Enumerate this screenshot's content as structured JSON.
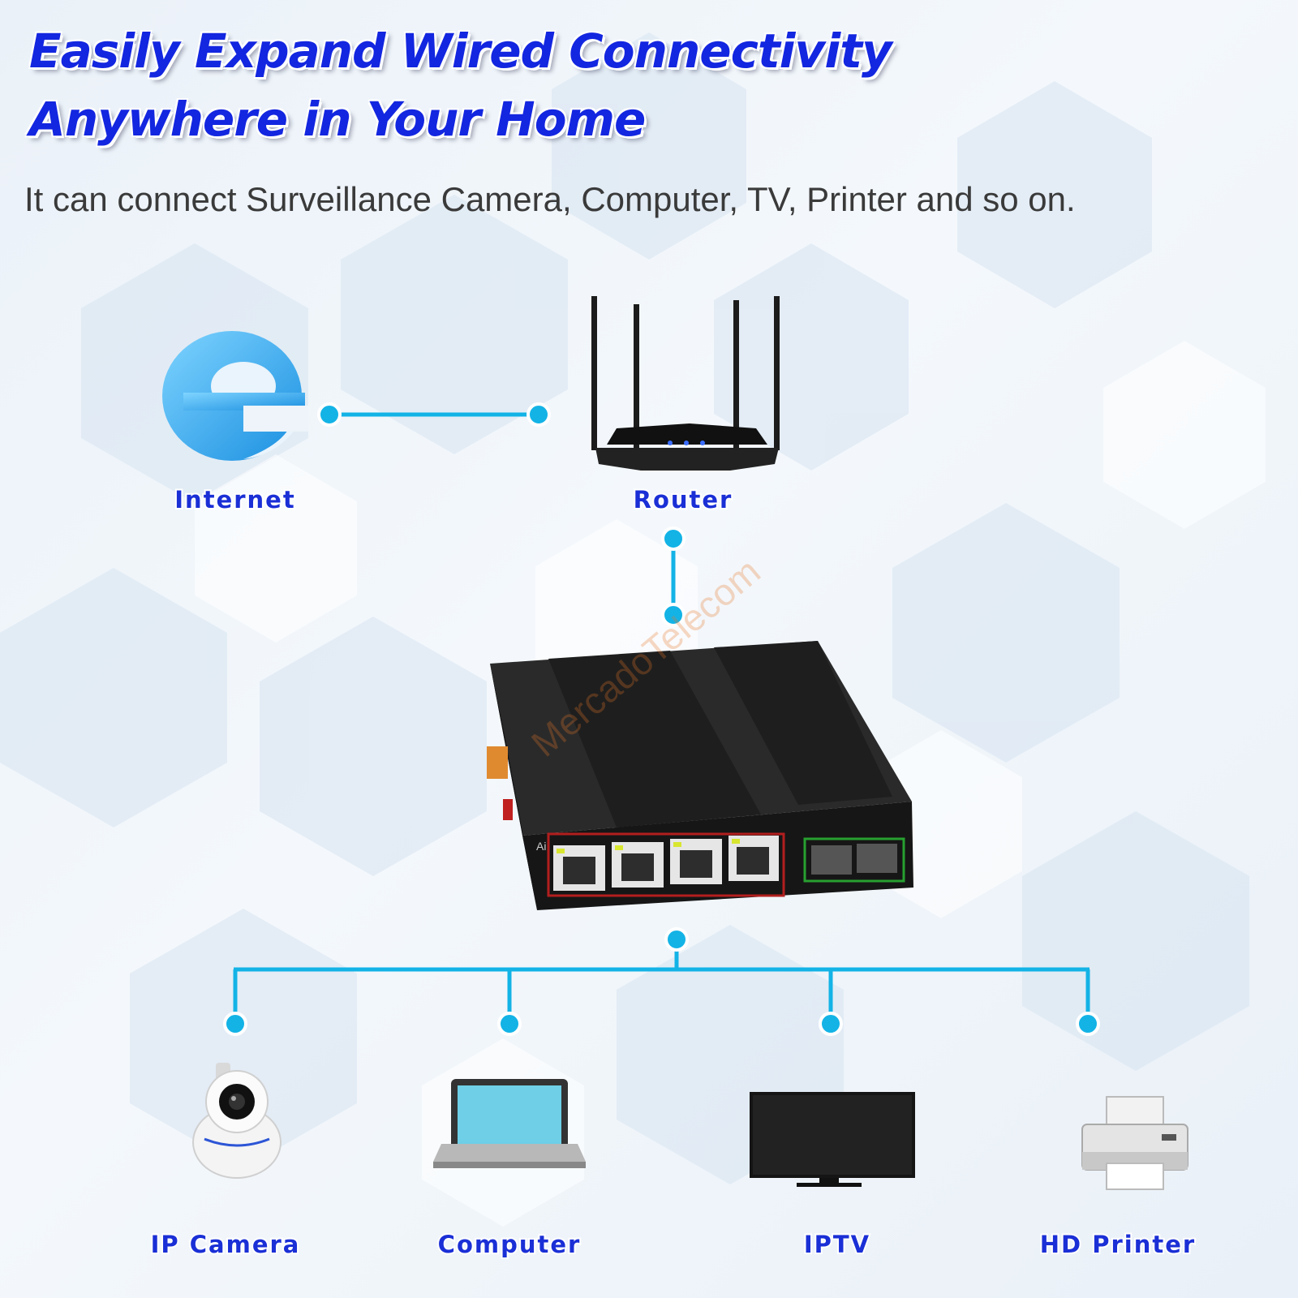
{
  "headline": {
    "line1": "Easily Expand Wired Connectivity",
    "line2": "Anywhere in Your Home"
  },
  "subtitle": "It can connect Surveillance Camera, Computer, TV, Printer and so on.",
  "nodes": {
    "internet": {
      "label": "Internet",
      "icon": "internet-e-icon"
    },
    "router": {
      "label": "Router",
      "icon": "router-icon"
    },
    "switch": {
      "icon": "network-switch-icon",
      "brand_mark": "Ai",
      "ports": 4,
      "sfp_ports": 2
    },
    "ip_camera": {
      "label": "IP Camera",
      "icon": "ip-camera-icon"
    },
    "computer": {
      "label": "Computer",
      "icon": "laptop-icon"
    },
    "iptv": {
      "label": "IPTV",
      "icon": "tv-icon"
    },
    "hd_printer": {
      "label": "HD Printer",
      "icon": "printer-icon"
    }
  },
  "watermark": "MercadoTelecom",
  "colors": {
    "headline": "#1326e0",
    "label": "#1a2fd6",
    "connector": "#13b3e6",
    "device_dark": "#1c1c1c"
  }
}
